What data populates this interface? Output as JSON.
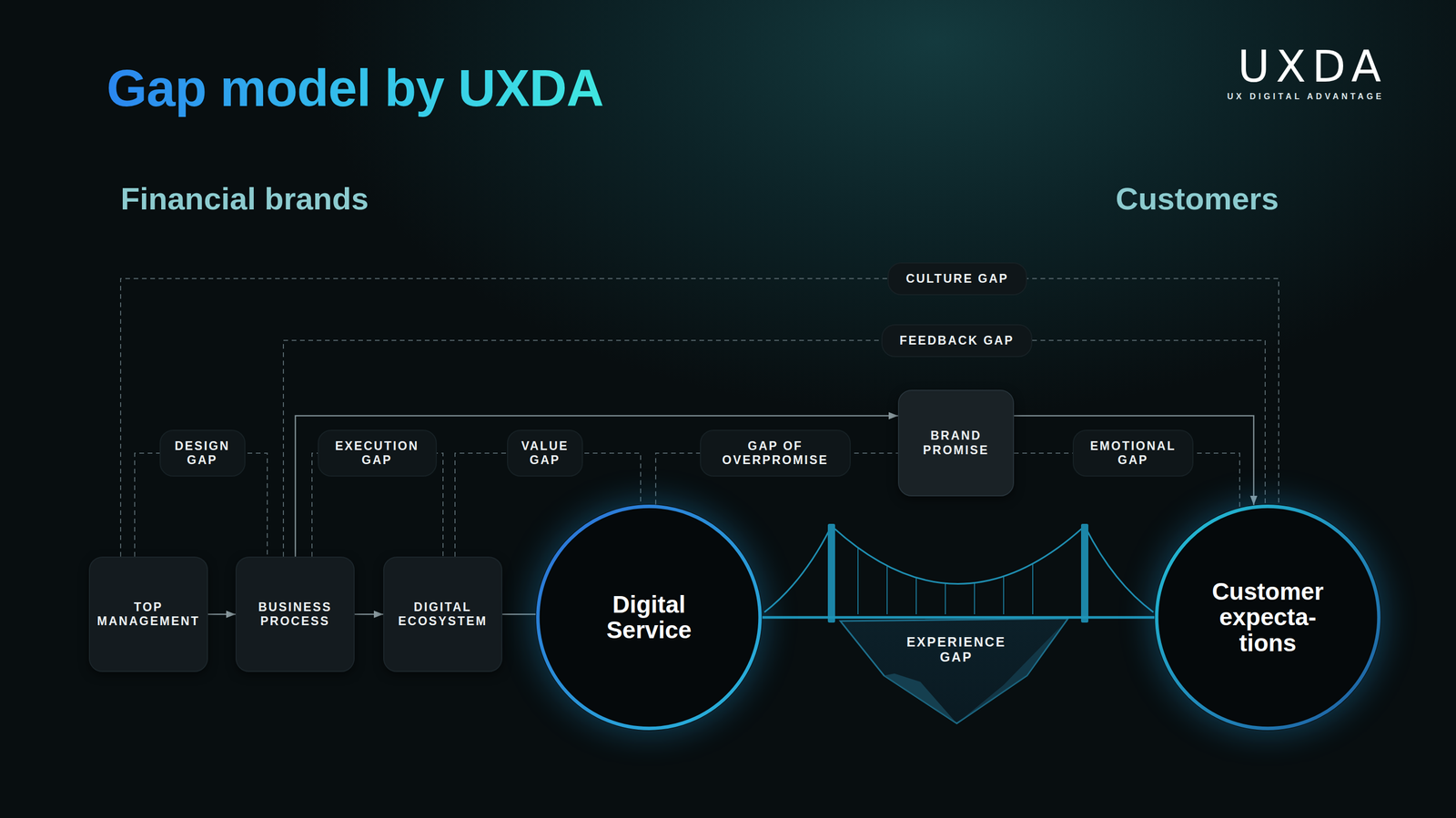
{
  "diagram": {
    "title": "Gap model by UXDA",
    "nodes": [
      {
        "text": [
          "TOP MANAGEMENT"
        ]
      },
      {
        "text": [
          "BUSINESS PROCESS"
        ]
      },
      {
        "text": [
          "DIGITAL ECOSYSTEM"
        ]
      },
      {
        "text": [
          "Digital Service"
        ]
      },
      {
        "text": [
          "BRAND PROMISE"
        ]
      },
      {
        "text": [
          "Customer expecta- tions"
        ]
      }
    ],
    "edges": [
      {
        "from": 0,
        "to": 1,
        "arrow": "to"
      },
      {
        "from": 1,
        "to": 2,
        "arrow": "to"
      },
      {
        "from": 2,
        "to": 3,
        "arrow": "none"
      },
      {
        "from": 3,
        "to": 5,
        "label": "EXPERIENCE GAP",
        "arrow": "none"
      },
      {
        "from": 1,
        "to": 4,
        "arrow": "to"
      },
      {
        "from": 4,
        "to": 5,
        "arrow": "to"
      },
      {
        "from": 0,
        "to": 5,
        "label": "CULTURE GAP",
        "arrow": "none"
      },
      {
        "from": 1,
        "to": 5,
        "label": "FEEDBACK GAP",
        "arrow": "none"
      },
      {
        "from": 0,
        "to": 1,
        "label": "DESIGN GAP",
        "arrow": "none"
      },
      {
        "from": 1,
        "to": 2,
        "label": "EXECUTION GAP",
        "arrow": "none"
      },
      {
        "from": 2,
        "to": 3,
        "label": "VALUE GAP",
        "arrow": "none"
      },
      {
        "from": 3,
        "to": 4,
        "label": "GAP OF OVERPROMISE",
        "arrow": "none"
      },
      {
        "from": 4,
        "to": 5,
        "label": "EMOTIONAL GAP",
        "arrow": "none"
      }
    ],
    "labels": [
      "Financial brands",
      "Customers",
      "UXDA",
      "UX DIGITAL ADVANTAGE"
    ]
  }
}
